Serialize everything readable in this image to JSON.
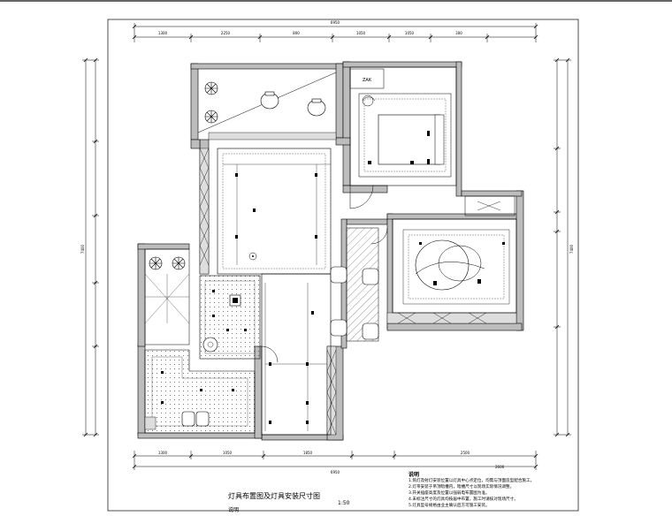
{
  "drawing": {
    "title": "灯具布置图及灯具安装尺寸图",
    "scale": "1:50",
    "legend_label": "说明",
    "notes_title": "说明",
    "notes": [
      "1.筒灯及射灯安装位置以灯具中心点定位，均需与顶面造型配合施工。",
      "2.灯带安装于吊顶暗槽内，暗槽尺寸以现场实际情况调整。",
      "3.开关插座高度及位置以强弱电布置图为准。",
      "4.未标注尺寸的灯具均按居中布置，施工时请核对现场尺寸。",
      "5.灯具型号规格由业主确认后方可施工安装。"
    ]
  },
  "dimensions": {
    "top_total": "6950",
    "top_segments": [
      "1300",
      "2250",
      "800",
      "1050",
      "1050",
      "300"
    ],
    "bottom_total": "6950",
    "bottom_segments": [
      "1300",
      "1050",
      "1850",
      "2500"
    ],
    "left_total": "7400",
    "right_total": "7400",
    "ceiling_height": "2600"
  },
  "room_labels": {
    "storage": "ZAK"
  }
}
